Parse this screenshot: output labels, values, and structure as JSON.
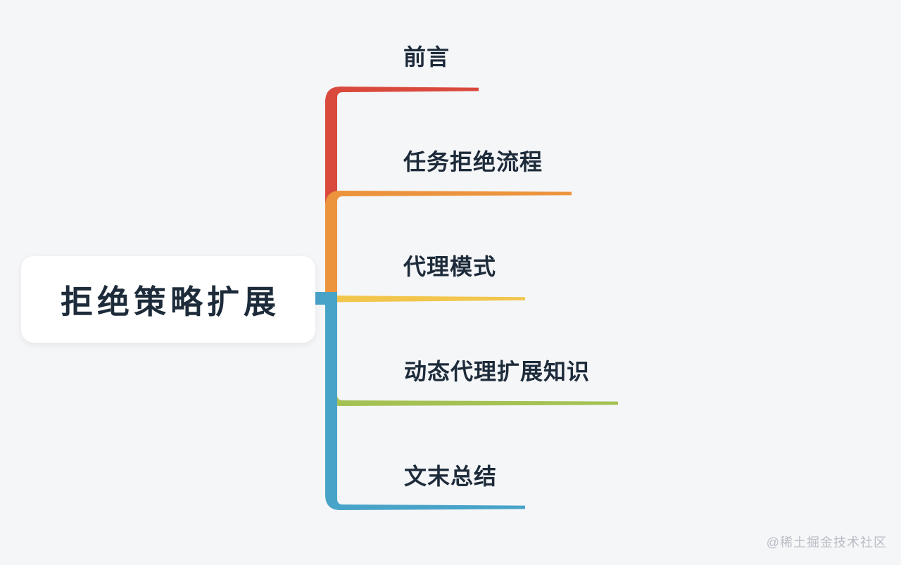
{
  "canvas": {
    "background": "#f5f6f8"
  },
  "root_topic": {
    "label": "拒绝策略扩展",
    "background": "#ffffff",
    "text_color": "#1d2b3a"
  },
  "branches": [
    {
      "label": "前言",
      "color": "#d9493c"
    },
    {
      "label": "任务拒绝流程",
      "color": "#ec943d"
    },
    {
      "label": "代理模式",
      "color": "#f2c64d"
    },
    {
      "label": "动态代理扩展知识",
      "color": "#a4c153"
    },
    {
      "label": "文末总结",
      "color": "#48a3c8"
    }
  ],
  "watermark": {
    "text": "@稀土掘金技术社区",
    "color": "#b9bdc4"
  }
}
